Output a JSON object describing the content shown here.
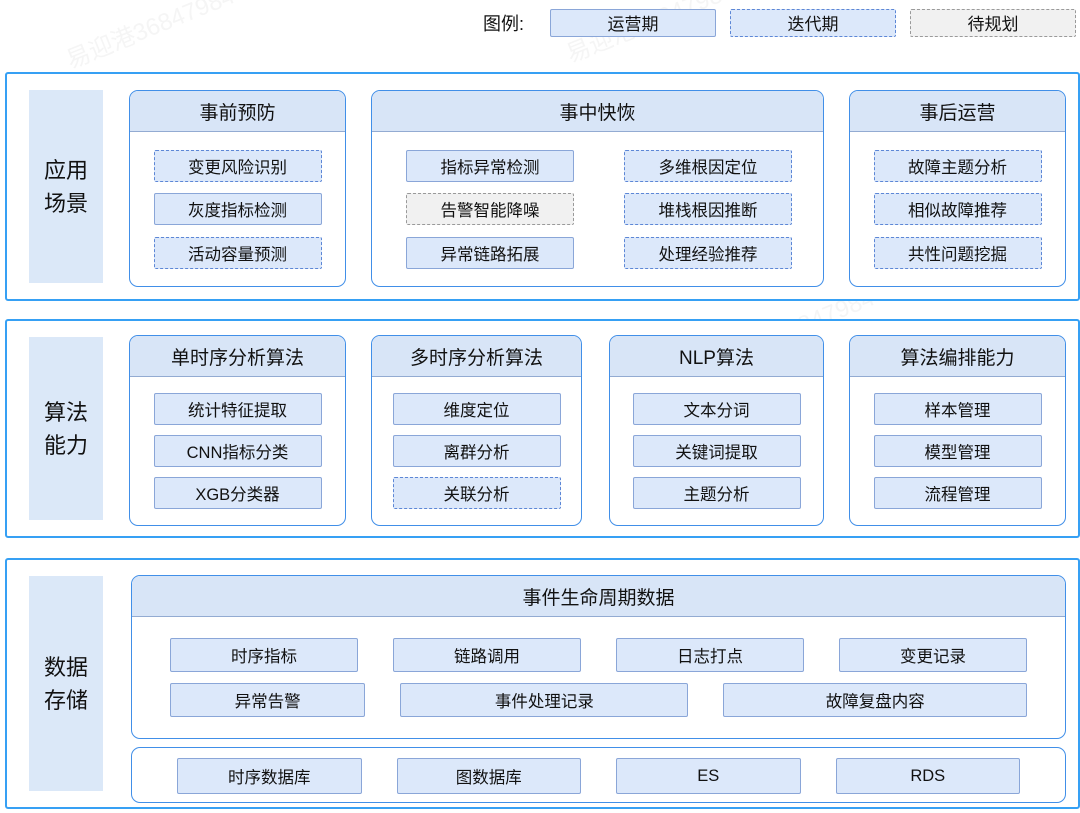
{
  "watermark": {
    "text": "易迎港36847984"
  },
  "colors": {
    "section_border": "#36a0f4",
    "card_border": "#418fe8",
    "card_header_fill": "#d8e5f7",
    "side_label_fill": "#dbe8f8",
    "node_fill": "#dce8fa",
    "node_solid_border": "#8aa6d8",
    "node_dashed_blue_border": "#5d87d6",
    "node_dashed_gray_border": "#9a9a9a",
    "node_dashed_gray_fill": "#f1f1f1"
  },
  "legend": {
    "label": "图例:",
    "items": [
      {
        "label": "运营期",
        "status": "solid"
      },
      {
        "label": "迭代期",
        "status": "dashed-blue"
      },
      {
        "label": "待规划",
        "status": "dashed-gray"
      }
    ]
  },
  "sections": [
    {
      "label": "应用\n场景",
      "cards": [
        {
          "title": "事前预防",
          "items": [
            {
              "label": "变更风险识别",
              "status": "dashed-blue"
            },
            {
              "label": "灰度指标检测",
              "status": "solid"
            },
            {
              "label": "活动容量预测",
              "status": "dashed-blue"
            }
          ]
        },
        {
          "title": "事中快恢",
          "items": [
            {
              "label": "指标异常检测",
              "status": "solid"
            },
            {
              "label": "多维根因定位",
              "status": "dashed-blue"
            },
            {
              "label": "告警智能降噪",
              "status": "dashed-gray"
            },
            {
              "label": "堆栈根因推断",
              "status": "dashed-blue"
            },
            {
              "label": "异常链路拓展",
              "status": "solid"
            },
            {
              "label": "处理经验推荐",
              "status": "dashed-blue"
            }
          ]
        },
        {
          "title": "事后运营",
          "items": [
            {
              "label": "故障主题分析",
              "status": "dashed-blue"
            },
            {
              "label": "相似故障推荐",
              "status": "dashed-blue"
            },
            {
              "label": "共性问题挖掘",
              "status": "dashed-blue"
            }
          ]
        }
      ]
    },
    {
      "label": "算法\n能力",
      "cards": [
        {
          "title": "单时序分析算法",
          "items": [
            {
              "label": "统计特征提取",
              "status": "solid"
            },
            {
              "label": "CNN指标分类",
              "status": "solid"
            },
            {
              "label": "XGB分类器",
              "status": "solid"
            }
          ]
        },
        {
          "title": "多时序分析算法",
          "items": [
            {
              "label": "维度定位",
              "status": "solid"
            },
            {
              "label": "离群分析",
              "status": "solid"
            },
            {
              "label": "关联分析",
              "status": "dashed-blue"
            }
          ]
        },
        {
          "title": "NLP算法",
          "items": [
            {
              "label": "文本分词",
              "status": "solid"
            },
            {
              "label": "关键词提取",
              "status": "solid"
            },
            {
              "label": "主题分析",
              "status": "solid"
            }
          ]
        },
        {
          "title": "算法编排能力",
          "items": [
            {
              "label": "样本管理",
              "status": "solid"
            },
            {
              "label": "模型管理",
              "status": "solid"
            },
            {
              "label": "流程管理",
              "status": "solid"
            }
          ]
        }
      ]
    },
    {
      "label": "数据\n存储",
      "lifecycle_card": {
        "title": "事件生命周期数据",
        "rows": [
          {
            "items": [
              {
                "label": "时序指标",
                "status": "solid",
                "flex": 1
              },
              {
                "label": "链路调用",
                "status": "solid",
                "flex": 1
              },
              {
                "label": "日志打点",
                "status": "solid",
                "flex": 1
              },
              {
                "label": "变更记录",
                "status": "solid",
                "flex": 1
              }
            ]
          },
          {
            "items": [
              {
                "label": "异常告警",
                "status": "solid",
                "flex": 1
              },
              {
                "label": "事件处理记录",
                "status": "solid",
                "flex": 1.48
              },
              {
                "label": "故障复盘内容",
                "status": "solid",
                "flex": 1.56
              }
            ]
          }
        ]
      },
      "storage_card": {
        "items": [
          {
            "label": "时序数据库",
            "status": "solid"
          },
          {
            "label": "图数据库",
            "status": "solid"
          },
          {
            "label": "ES",
            "status": "solid"
          },
          {
            "label": "RDS",
            "status": "solid"
          }
        ]
      }
    }
  ]
}
